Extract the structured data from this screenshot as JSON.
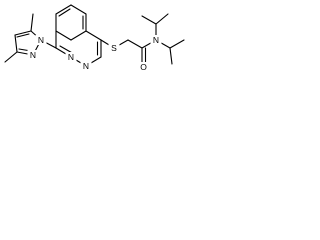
{
  "structure": {
    "atoms": {
      "n_pz1": "N",
      "n_pz2": "N",
      "n_pht2": "N",
      "n_pht3": "N",
      "s": "S",
      "o": "O",
      "n_amide": "N"
    }
  },
  "colors": {
    "bond": "#000000",
    "label": "#000000",
    "background": "#ffffff"
  }
}
